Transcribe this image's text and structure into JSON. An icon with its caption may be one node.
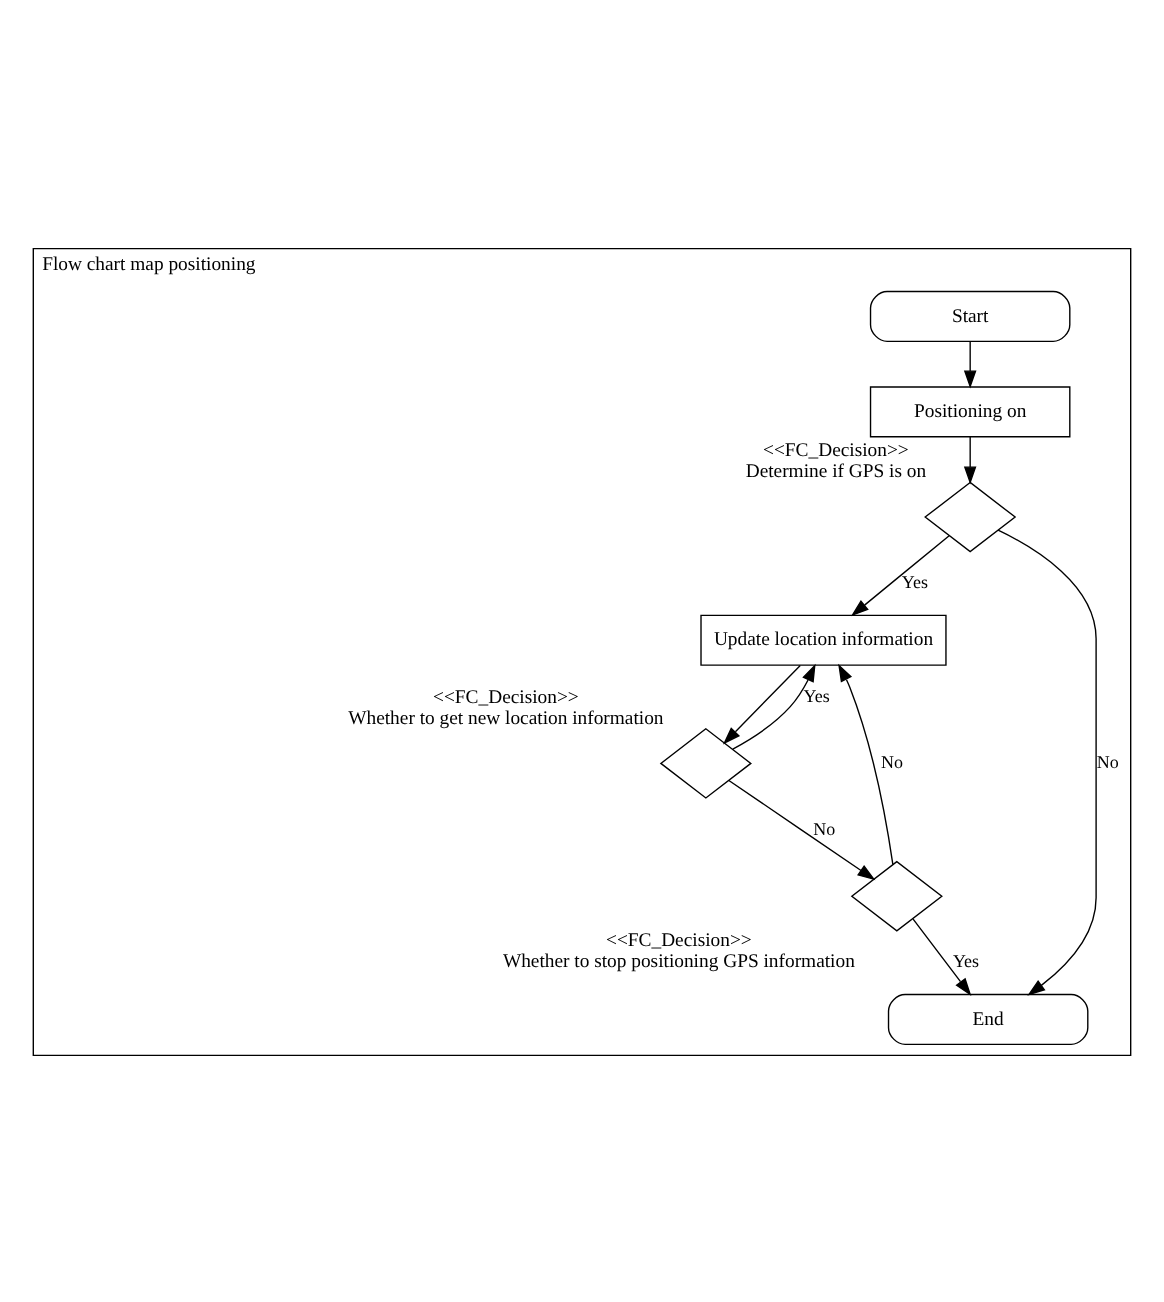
{
  "diagram": {
    "nodes": [
      {
        "text": [
          "Flow chart map positioning"
        ]
      },
      {
        "text": [
          "Start"
        ],
        "in": 0
      },
      {
        "text": [
          "Positioning on"
        ],
        "in": 0
      },
      {
        "text": [],
        "shape": "diamond",
        "beside": [
          "<<FC_Decision>>",
          "Determine if GPS is on"
        ],
        "in": 0
      },
      {
        "text": [
          "Update location information"
        ],
        "in": 0
      },
      {
        "text": [],
        "shape": "diamond",
        "beside": [
          "<<FC_Decision>>",
          "Whether to get new location information"
        ],
        "in": 0
      },
      {
        "text": [],
        "shape": "diamond",
        "beside": [
          "<<FC_Decision>>",
          "Whether to stop positioning GPS information"
        ],
        "in": 0
      },
      {
        "text": [
          "End"
        ],
        "in": 0
      }
    ],
    "edges": [
      {
        "from": 1,
        "to": 2,
        "arrow": "to"
      },
      {
        "from": 2,
        "to": 3,
        "arrow": "to"
      },
      {
        "from": 3,
        "to": 4,
        "arrow": "to",
        "label": "Yes"
      },
      {
        "from": 3,
        "to": 7,
        "arrow": "to",
        "label": "No"
      },
      {
        "from": 4,
        "to": 5,
        "arrow": "to"
      },
      {
        "from": 5,
        "to": 4,
        "arrow": "to",
        "label": "Yes"
      },
      {
        "from": 5,
        "to": 6,
        "arrow": "to",
        "label": "No"
      },
      {
        "from": 6,
        "to": 4,
        "arrow": "to",
        "label": "No"
      },
      {
        "from": 6,
        "to": 7,
        "arrow": "to",
        "label": "Yes"
      }
    ]
  }
}
